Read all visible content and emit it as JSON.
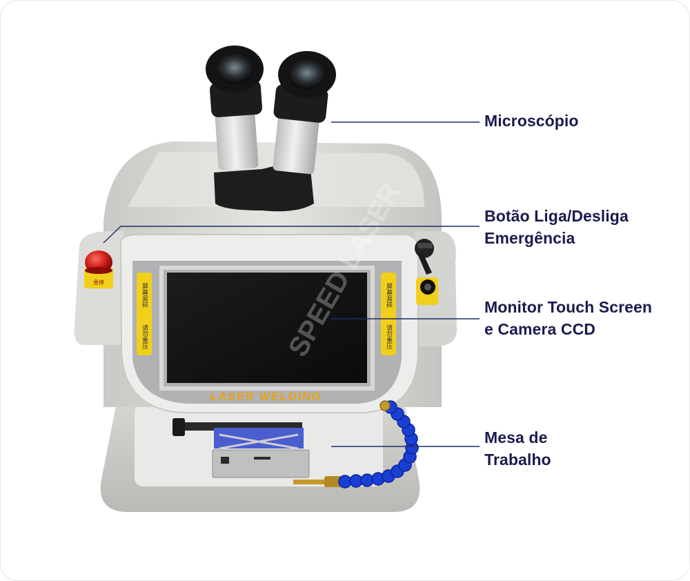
{
  "labels": {
    "microscope": "Microscópio",
    "power_button_line1": "Botão Liga/Desliga",
    "power_button_line2": "Emergência",
    "monitor_line1": "Monitor Touch Screen",
    "monitor_line2": "e Camera CCD",
    "table_line1": "Mesa de",
    "table_line2": "Trabalho"
  },
  "device": {
    "bezel_text": "LASER WELDING",
    "watermark": "SPEED LASER",
    "sticker_left_top": "屏幕易碎",
    "sticker_left_bottom": "请勿重压",
    "sticker_right_top": "屏幕易碎",
    "sticker_right_bottom": "请勿重压",
    "estop_sticker": "急停"
  },
  "colors": {
    "label_text": "#1b1a4e",
    "leader_line": "#1f2a6b",
    "machine_body": "#d9d9d6",
    "bezel_text": "#e8a21a",
    "hose": "#1a3fd4",
    "estop": "#d0201c"
  }
}
